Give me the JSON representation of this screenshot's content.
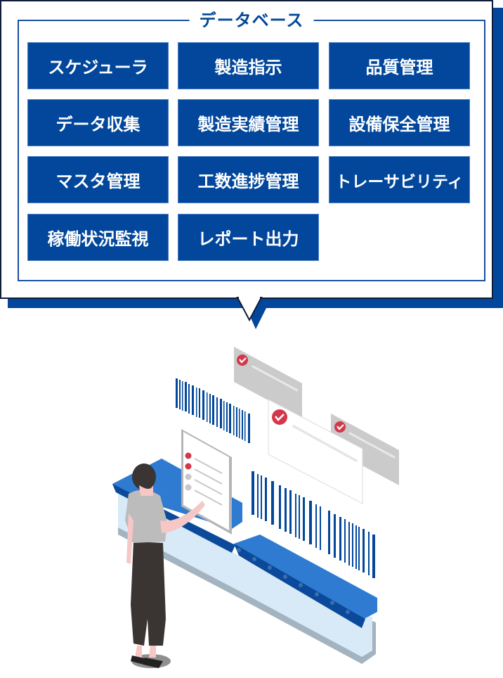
{
  "database": {
    "title": "データベース",
    "tiles": [
      {
        "label": "スケジューラ"
      },
      {
        "label": "製造指示"
      },
      {
        "label": "品質管理"
      },
      {
        "label": "データ収集"
      },
      {
        "label": "製造実績管理"
      },
      {
        "label": "設備保全管理"
      },
      {
        "label": "マスタ管理"
      },
      {
        "label": "工数進捗管理"
      },
      {
        "label": "トレーサビリティ"
      },
      {
        "label": "稼働状況監視"
      },
      {
        "label": "レポート出力"
      }
    ]
  },
  "colors": {
    "primary_blue": "#02479b",
    "conveyor_blue": "#2f7bd1",
    "conveyor_dark": "#0b4a9a",
    "base_light": "#d8e9f7",
    "base_shadow": "#a3b3bf",
    "check_red": "#d4374a",
    "panel_gray": "#cbcbcb",
    "border_navy": "#0f1d3a"
  },
  "illustration": {
    "description": "Isometric worker using a tablet checklist beside a conveyor belt with barcodes and check panels"
  }
}
